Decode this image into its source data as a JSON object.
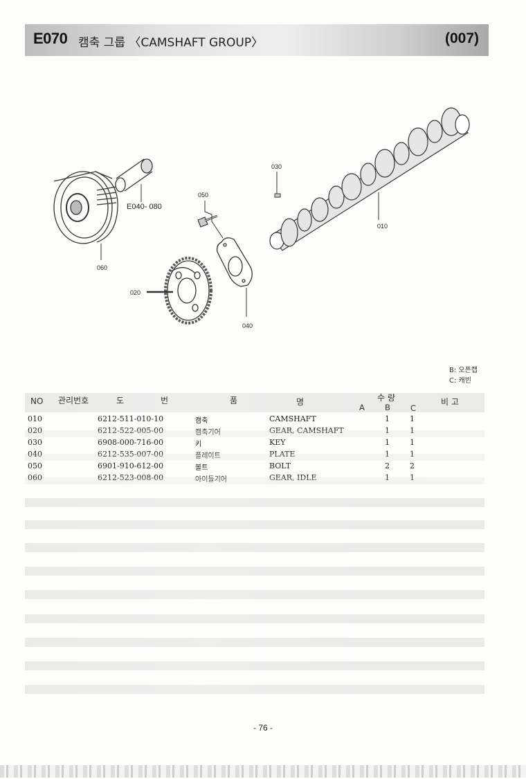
{
  "header": {
    "code": "E070",
    "title": "캠축 그룹 〈CAMSHAFT GROUP〉",
    "page_ref": "(007)"
  },
  "diagram": {
    "callouts": {
      "c030": "030",
      "c050": "050",
      "c010": "010",
      "c060": "060",
      "c020": "020",
      "c040": "040",
      "e040": "E040- 080"
    }
  },
  "legend": {
    "b": "B: 오픈캡",
    "c": "C: 캐빈"
  },
  "table": {
    "headers": {
      "no": "NO",
      "mgmt": "관리번호",
      "do": "도",
      "beon": "번",
      "pum": "품",
      "myeong": "명",
      "qty": "수 량",
      "a": "A",
      "b": "B",
      "c": "C",
      "remarks": "비 고"
    },
    "rows": [
      {
        "no": "010",
        "part_no": "6212-511-010-10",
        "name_kr": "캠축",
        "name_en": "CAMSHAFT",
        "qty_b": "1",
        "qty_c": "1"
      },
      {
        "no": "020",
        "part_no": "6212-522-005-00",
        "name_kr": "캠축기어",
        "name_en": "GEAR, CAMSHAFT",
        "qty_b": "1",
        "qty_c": "1"
      },
      {
        "no": "030",
        "part_no": "6908-000-716-00",
        "name_kr": "키",
        "name_en": "KEY",
        "qty_b": "1",
        "qty_c": "1"
      },
      {
        "no": "040",
        "part_no": "6212-535-007-00",
        "name_kr": "플레이트",
        "name_en": "PLATE",
        "qty_b": "1",
        "qty_c": "1"
      },
      {
        "no": "050",
        "part_no": "6901-910-612-00",
        "name_kr": "볼트",
        "name_en": "BOLT",
        "qty_b": "2",
        "qty_c": "2"
      },
      {
        "no": "060",
        "part_no": "6212-523-008-00",
        "name_kr": "아이들기어",
        "name_en": "GEAR, IDLE",
        "qty_b": "1",
        "qty_c": "1"
      }
    ]
  },
  "footer": {
    "page": "- 76 -"
  }
}
